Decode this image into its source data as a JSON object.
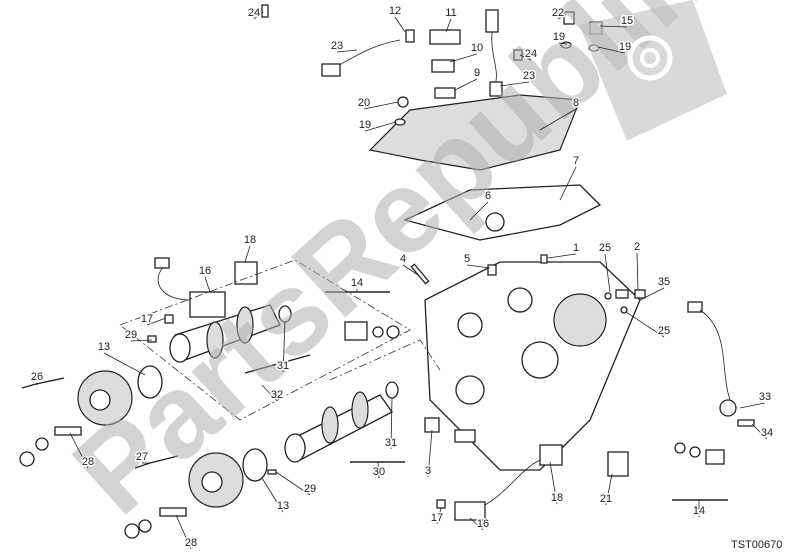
{
  "diagram": {
    "drawing_code": "TST00670",
    "watermark": "PartsRepublik",
    "watermark_icon": "gear-icon",
    "callouts": [
      {
        "id": "c1",
        "label": "24"
      },
      {
        "id": "c2",
        "label": "12"
      },
      {
        "id": "c3",
        "label": "11"
      },
      {
        "id": "c4",
        "label": "22"
      },
      {
        "id": "c5",
        "label": "15"
      },
      {
        "id": "c6",
        "label": "23"
      },
      {
        "id": "c7",
        "label": "10"
      },
      {
        "id": "c8",
        "label": "19"
      },
      {
        "id": "c9",
        "label": "19"
      },
      {
        "id": "c10",
        "label": "24"
      },
      {
        "id": "c11",
        "label": "9"
      },
      {
        "id": "c12",
        "label": "23"
      },
      {
        "id": "c13",
        "label": "20"
      },
      {
        "id": "c14",
        "label": "19"
      },
      {
        "id": "c15",
        "label": "8"
      },
      {
        "id": "c16",
        "label": "7"
      },
      {
        "id": "c17",
        "label": "6"
      },
      {
        "id": "c18",
        "label": "1"
      },
      {
        "id": "c19",
        "label": "25"
      },
      {
        "id": "c20",
        "label": "2"
      },
      {
        "id": "c21",
        "label": "4"
      },
      {
        "id": "c22",
        "label": "5"
      },
      {
        "id": "c23",
        "label": "18"
      },
      {
        "id": "c24",
        "label": "16"
      },
      {
        "id": "c25",
        "label": "14"
      },
      {
        "id": "c26",
        "label": "35"
      },
      {
        "id": "c27",
        "label": "25"
      },
      {
        "id": "c28",
        "label": "17"
      },
      {
        "id": "c29",
        "label": "29"
      },
      {
        "id": "c30",
        "label": "13"
      },
      {
        "id": "c31",
        "label": "31"
      },
      {
        "id": "c32",
        "label": "32"
      },
      {
        "id": "c33",
        "label": "26"
      },
      {
        "id": "c34",
        "label": "33"
      },
      {
        "id": "c35",
        "label": "34"
      },
      {
        "id": "c36",
        "label": "31"
      },
      {
        "id": "c37",
        "label": "3"
      },
      {
        "id": "c38",
        "label": "30"
      },
      {
        "id": "c39",
        "label": "28"
      },
      {
        "id": "c40",
        "label": "27"
      },
      {
        "id": "c41",
        "label": "29"
      },
      {
        "id": "c42",
        "label": "13"
      },
      {
        "id": "c43",
        "label": "18"
      },
      {
        "id": "c44",
        "label": "21"
      },
      {
        "id": "c45",
        "label": "16"
      },
      {
        "id": "c46",
        "label": "17"
      },
      {
        "id": "c47",
        "label": "14"
      },
      {
        "id": "c48",
        "label": "28"
      }
    ]
  }
}
